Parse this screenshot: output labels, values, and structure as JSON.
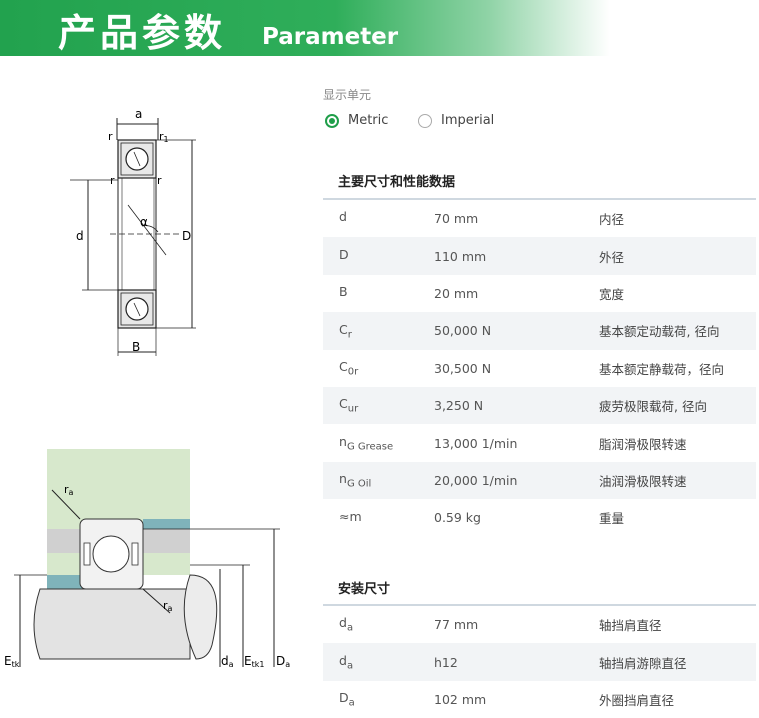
{
  "banner": {
    "title_cn": "产品参数",
    "title_en": "Parameter"
  },
  "units": {
    "label": "显示单元",
    "options": [
      {
        "label": "Metric",
        "selected": true
      },
      {
        "label": "Imperial",
        "selected": false
      }
    ]
  },
  "main_dims": {
    "title": "主要尺寸和性能数据",
    "rows": [
      {
        "symbol": "d",
        "sub": "",
        "value": "70 mm",
        "desc": "内径"
      },
      {
        "symbol": "D",
        "sub": "",
        "value": "110 mm",
        "desc": "外径"
      },
      {
        "symbol": "B",
        "sub": "",
        "value": "20 mm",
        "desc": "宽度"
      },
      {
        "symbol": "C",
        "sub": "r",
        "value": "50,000 N",
        "desc": "基本额定动载荷, 径向"
      },
      {
        "symbol": "C",
        "sub": "0r",
        "value": "30,500 N",
        "desc": "基本额定静载荷，径向"
      },
      {
        "symbol": "C",
        "sub": "ur",
        "value": "3,250 N",
        "desc": "疲劳极限载荷, 径向"
      },
      {
        "symbol": "n",
        "sub": "G Grease",
        "value": "13,000 1/min",
        "desc": "脂润滑极限转速"
      },
      {
        "symbol": "n",
        "sub": "G Oil",
        "value": "20,000 1/min",
        "desc": "油润滑极限转速"
      },
      {
        "symbol": "≈m",
        "sub": "",
        "value": "0.59 kg",
        "desc": "重量"
      }
    ]
  },
  "mounting_dims": {
    "title": "安装尺寸",
    "rows": [
      {
        "symbol": "d",
        "sub": "a",
        "value": "77 mm",
        "desc": "轴挡肩直径"
      },
      {
        "symbol": "d",
        "sub": "a",
        "value": "h12",
        "desc": "轴挡肩游隙直径"
      },
      {
        "symbol": "D",
        "sub": "a",
        "value": "102 mm",
        "desc": "外圈挡肩直径"
      }
    ]
  },
  "diagram_top_labels": {
    "a": "a",
    "r": "r",
    "r1": "r",
    "r1_sub": "1",
    "alpha": "α",
    "d": "d",
    "D": "D",
    "B": "B"
  },
  "diagram_bottom_labels": {
    "ra": "r",
    "ra_sub": "a",
    "Etk": "E",
    "Etk_sub": "tk",
    "da": "d",
    "da_sub": "a",
    "Etk1": "E",
    "Etk1_sub": "tk1",
    "Da": "D",
    "Da_sub": "a"
  }
}
